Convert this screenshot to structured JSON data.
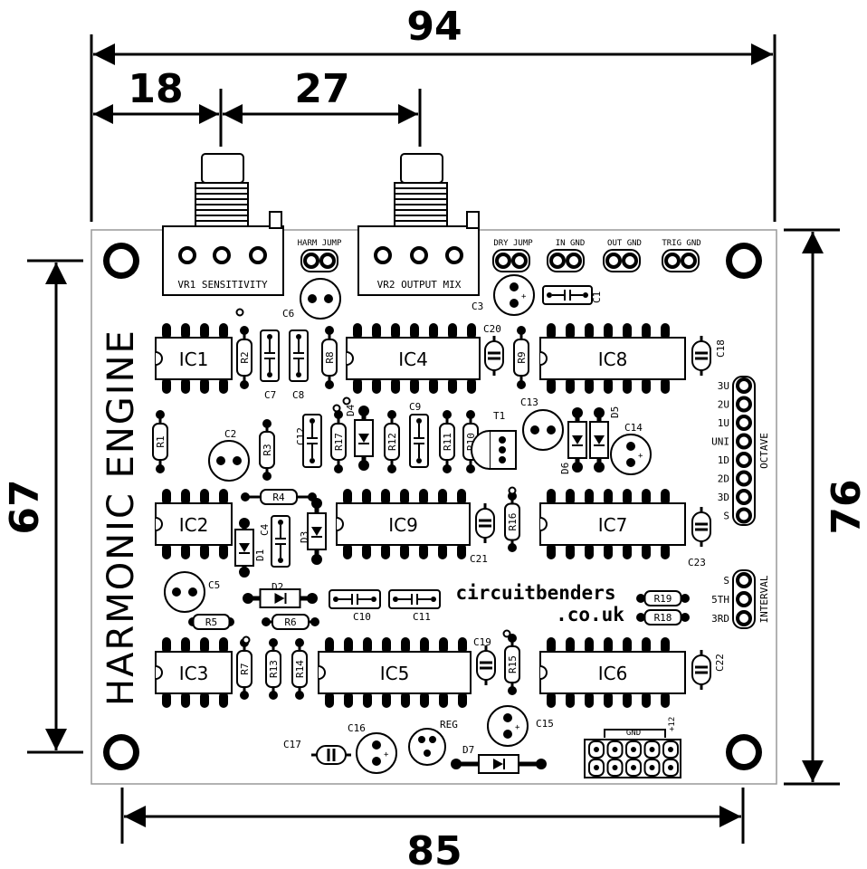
{
  "dimensions": {
    "width_top": "94",
    "offset_vr1": "18",
    "offset_vr2": "27",
    "height_left": "67",
    "height_right": "76",
    "width_bottom": "85"
  },
  "board": {
    "title": "HARMONIC ENGINE",
    "brand_line1": "circuitbenders",
    "brand_line2": ".co.uk",
    "vr1_label": "VR1 SENSITIVITY",
    "vr2_label": "VR2 OUTPUT MIX",
    "headers": {
      "harm_jump": "HARM JUMP",
      "dry_jump": "DRY JUMP",
      "in_gnd": "IN GND",
      "out_gnd": "OUT GND",
      "trig_gnd": "TRIG GND",
      "gnd": "GND",
      "plus12": "+12"
    },
    "octave": {
      "label": "OCTAVE",
      "pins": [
        "3U",
        "2U",
        "1U",
        "UNI",
        "1D",
        "2D",
        "3D",
        "S"
      ]
    },
    "interval": {
      "label": "INTERVAL",
      "pins": [
        "S",
        "5TH",
        "3RD"
      ]
    },
    "ics": [
      "IC1",
      "IC2",
      "IC3",
      "IC4",
      "IC5",
      "IC6",
      "IC7",
      "IC8",
      "IC9"
    ],
    "resistors": [
      "R1",
      "R2",
      "R3",
      "R4",
      "R5",
      "R6",
      "R7",
      "R8",
      "R9",
      "R10",
      "R11",
      "R12",
      "R13",
      "R14",
      "R15",
      "R16",
      "R17",
      "R18",
      "R19"
    ],
    "capacitors": [
      "C1",
      "C2",
      "C3",
      "C4",
      "C5",
      "C6",
      "C7",
      "C8",
      "C9",
      "C10",
      "C11",
      "C12",
      "C13",
      "C14",
      "C15",
      "C16",
      "C17",
      "C18",
      "C19",
      "C20",
      "C21",
      "C22",
      "C23"
    ],
    "diodes": [
      "D1",
      "D2",
      "D3",
      "D4",
      "D5",
      "D6",
      "D7"
    ],
    "transistor": "T1",
    "regulator": "REG"
  }
}
